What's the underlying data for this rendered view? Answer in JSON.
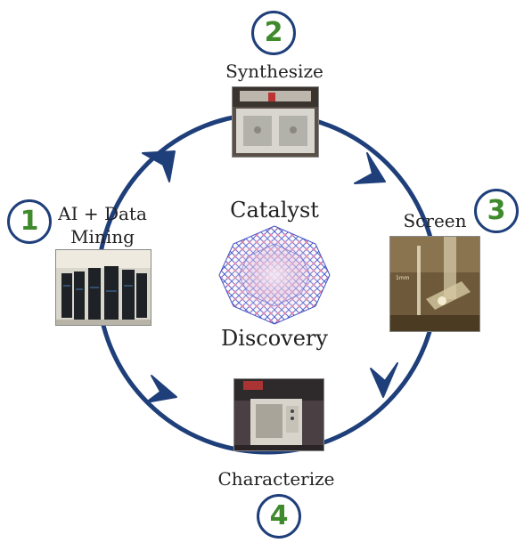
{
  "steps": [
    {
      "number": "1",
      "label_line1": "AI + Data",
      "label_line2": "Mining",
      "image": "server-room-photo"
    },
    {
      "number": "2",
      "label": "Synthesize",
      "image": "synthesis-robot-photo"
    },
    {
      "number": "3",
      "label": "Screen",
      "image": "screening-apparatus-photo"
    },
    {
      "number": "4",
      "label": "Characterize",
      "image": "characterization-instrument-photo"
    }
  ],
  "center": {
    "title_top": "Catalyst",
    "title_bottom": "Discovery",
    "image": "crystal-lattice-nanoparticle"
  },
  "colors": {
    "cycle": "#1f3f7a",
    "badge_number": "#3f8a2c",
    "badge_border": "#1f3f7a",
    "lattice_blue": "#3b4fc4",
    "lattice_pink": "#d96a9a"
  }
}
